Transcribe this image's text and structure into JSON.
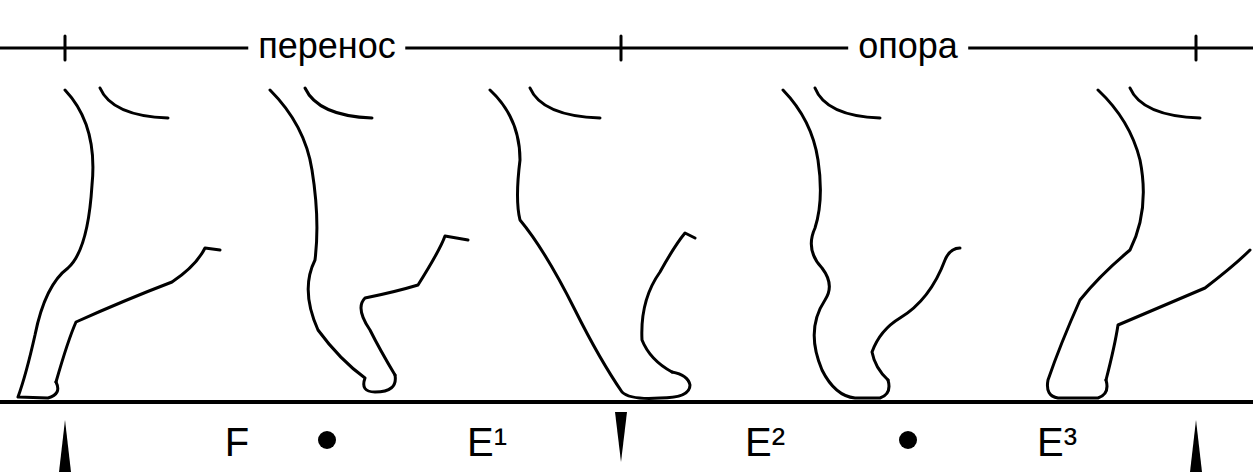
{
  "diagram": {
    "labels": [
      "перенос",
      "опора",
      "F",
      "E¹",
      "E²",
      "E³"
    ]
  }
}
